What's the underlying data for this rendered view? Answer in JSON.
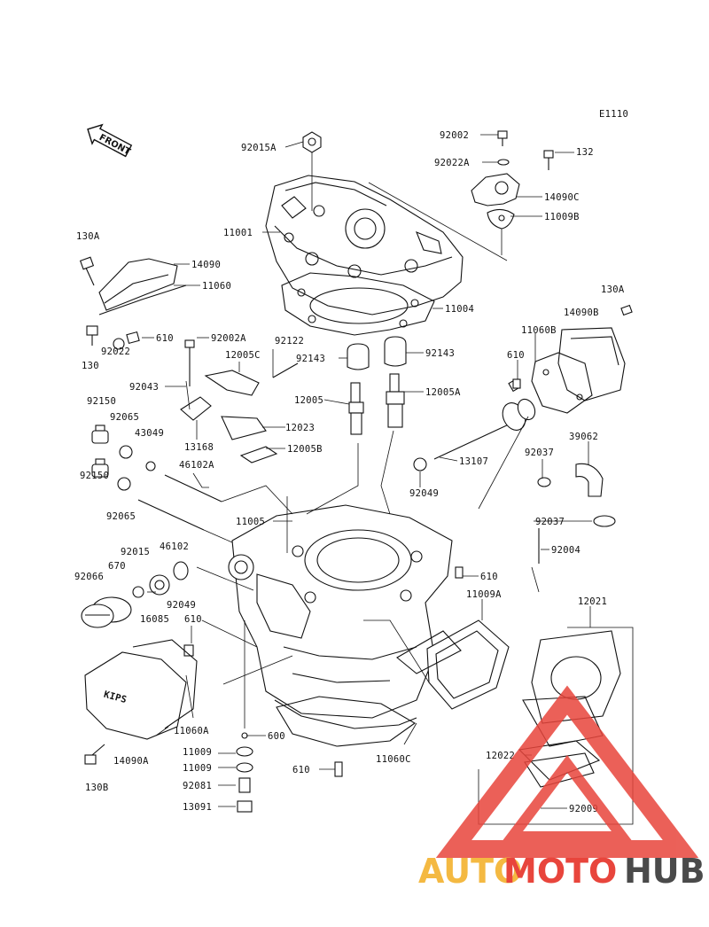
{
  "diagram": {
    "code": "E1110",
    "front_label": "FRONT",
    "cover_text": "KIPS",
    "watermark": {
      "part1": "AUTO",
      "part2": "MOTO",
      "part3": "HUB"
    },
    "colors": {
      "ink": "#111111",
      "watermark_red": "#e8453c",
      "watermark_orange": "#f4b942",
      "watermark_gray": "#4a4a4a"
    }
  },
  "labels": {
    "p92015A": "92015A",
    "p92002": "92002",
    "p92022A": "92022A",
    "p132": "132",
    "p14090C": "14090C",
    "p11009B": "11009B",
    "p11001": "11001",
    "p130A_l": "130A",
    "p14090": "14090",
    "p11060": "11060",
    "p11004": "11004",
    "p130A_r": "130A",
    "p14090B": "14090B",
    "p610_a": "610",
    "p92002A": "92002A",
    "p92122": "92122",
    "p130": "130",
    "p92022": "92022",
    "p12005C": "12005C",
    "p92143_l": "92143",
    "p92143_r": "92143",
    "p11060B": "11060B",
    "p92043": "92043",
    "p610_b": "610",
    "p12005": "12005",
    "p12005A": "12005A",
    "p92150_t": "92150",
    "p92065_t": "92065",
    "p43049": "43049",
    "p12023": "12023",
    "p13168": "13168",
    "p12005B": "12005B",
    "p13107": "13107",
    "p92037_t": "92037",
    "p39062": "39062",
    "p46102A": "46102A",
    "p92150_b": "92150",
    "p92065_b": "92065",
    "p92049_r": "92049",
    "p11005": "11005",
    "p92037_b": "92037",
    "p46102": "46102",
    "p92004": "92004",
    "p92015": "92015",
    "p670": "670",
    "p92066": "92066",
    "p610_c": "610",
    "p11009A": "11009A",
    "p92049_l": "92049",
    "p16085": "16085",
    "p12021": "12021",
    "p610_d": "610",
    "p11060A": "11060A",
    "p600": "600",
    "p12022": "12022",
    "p14090A": "14090A",
    "p11009_a": "11009",
    "p11009_b": "11009",
    "p11060C": "11060C",
    "p610_e": "610",
    "p92081": "92081",
    "p130B": "130B",
    "p92009": "92009",
    "p13091": "13091"
  }
}
